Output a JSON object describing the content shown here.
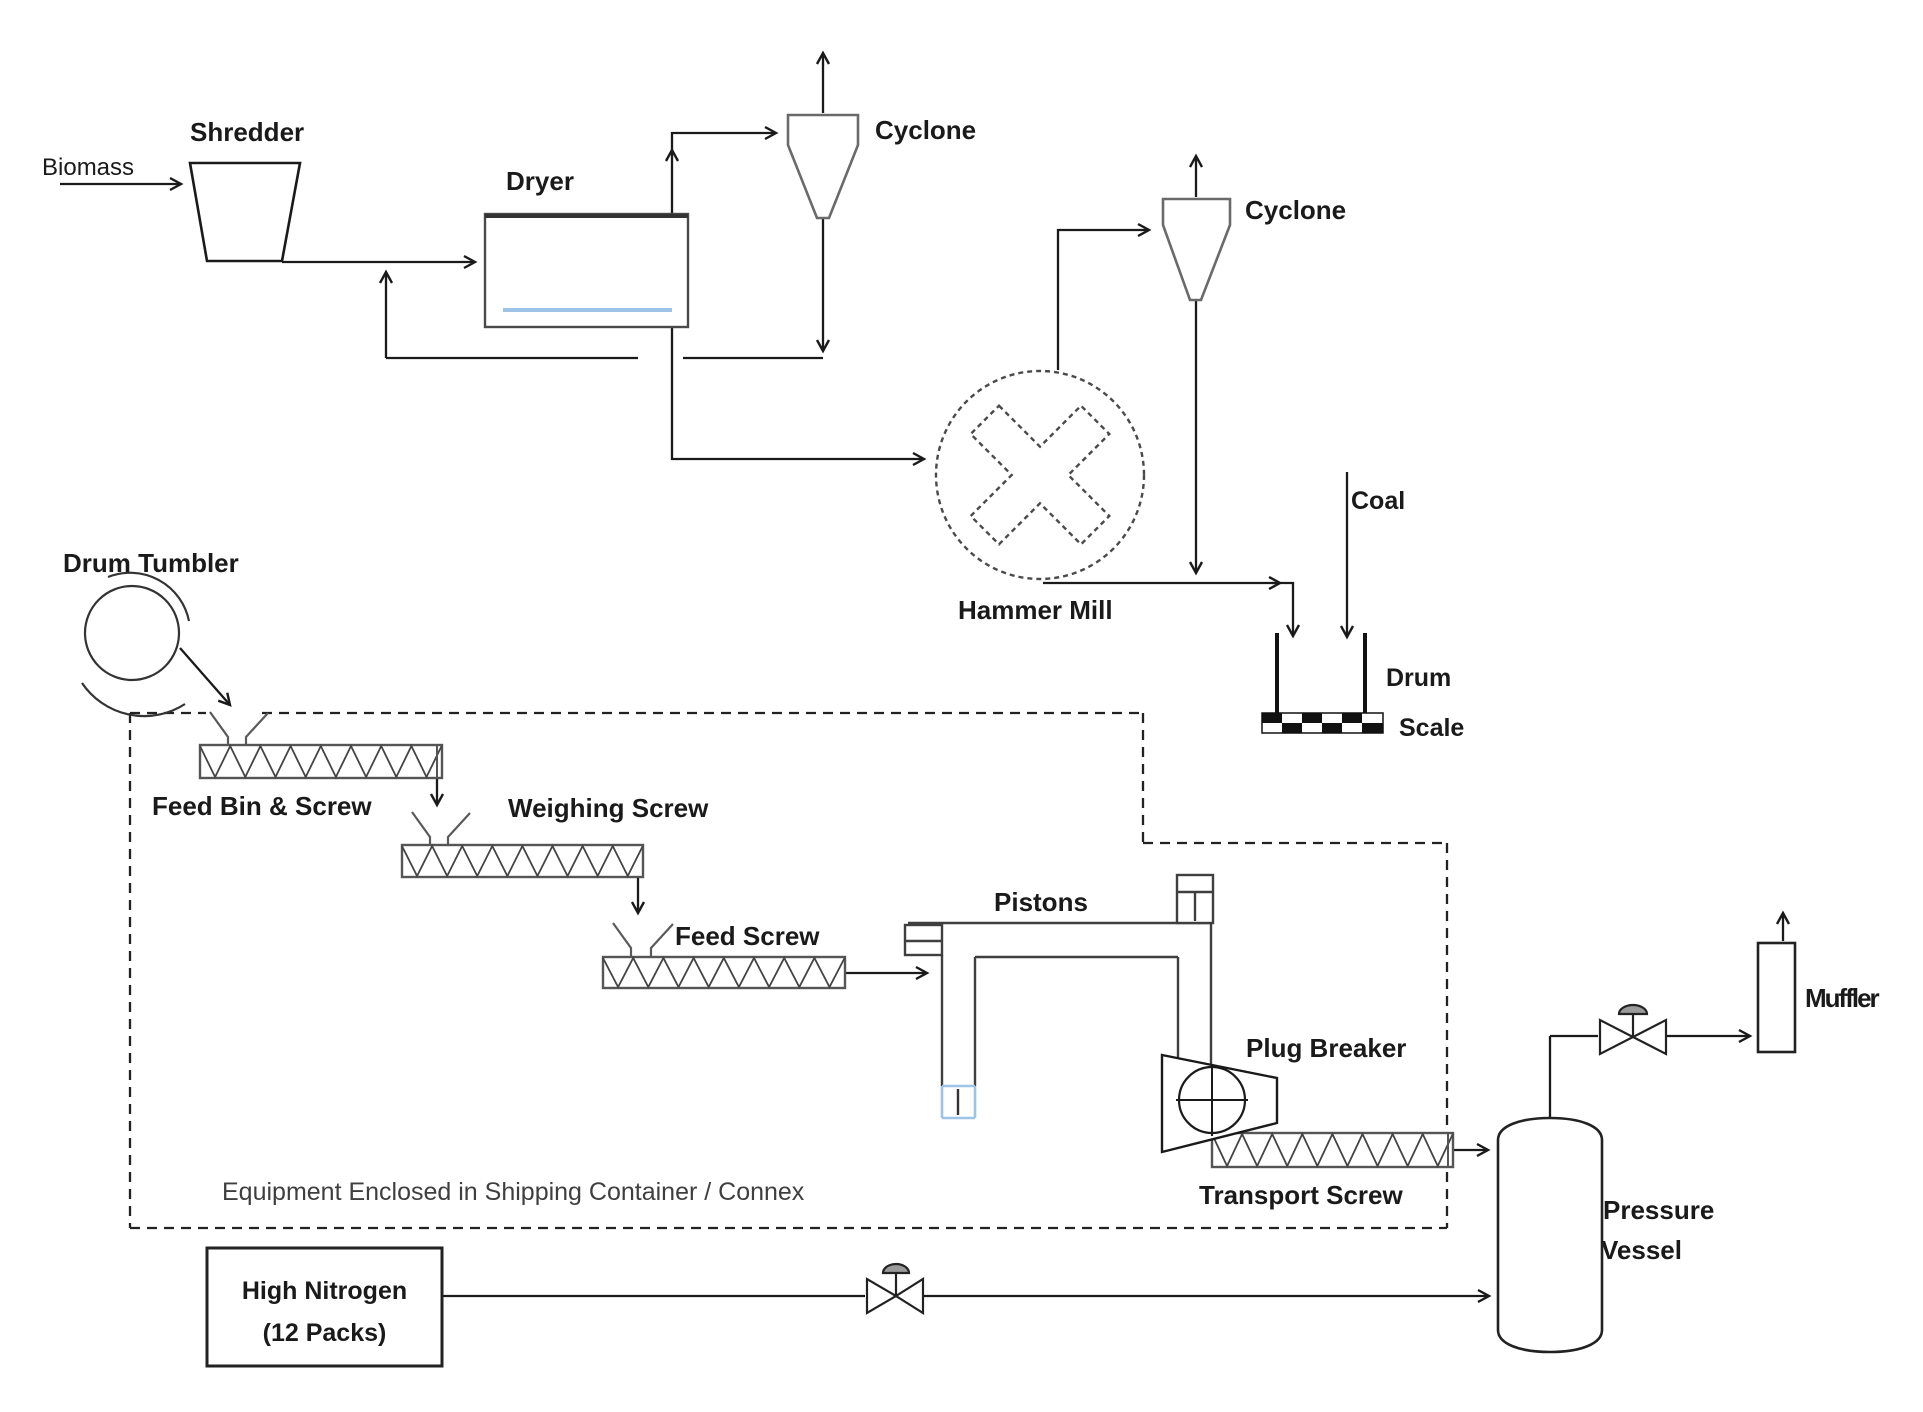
{
  "diagram": {
    "type": "process-flow-diagram",
    "colors": {
      "line": "#1a1a1a",
      "equipment_gray": "#6a6a6a",
      "accent_blue": "#9dc3e6",
      "background": "#ffffff"
    },
    "labels": {
      "biomass": "Biomass",
      "shredder": "Shredder",
      "dryer": "Dryer",
      "cyclone_top": "Cyclone",
      "cyclone_mill": "Cyclone",
      "hammer_mill": "Hammer Mill",
      "coal": "Coal",
      "drum": "Drum",
      "scale": "Scale",
      "drum_tumbler": "Drum Tumbler",
      "feed_bin_screw": "Feed Bin & Screw",
      "weighing_screw": "Weighing Screw",
      "feed_screw": "Feed Screw",
      "pistons": "Pistons",
      "plug_breaker": "Plug Breaker",
      "transport_screw": "Transport Screw",
      "pressure_vessel_line1": "Pressure",
      "pressure_vessel_line2": "Vessel",
      "muffler": "Muffler",
      "high_nitrogen_line1": "High Nitrogen",
      "high_nitrogen_line2": "(12 Packs)",
      "container_note": "Equipment Enclosed in Shipping Container / Connex"
    }
  }
}
